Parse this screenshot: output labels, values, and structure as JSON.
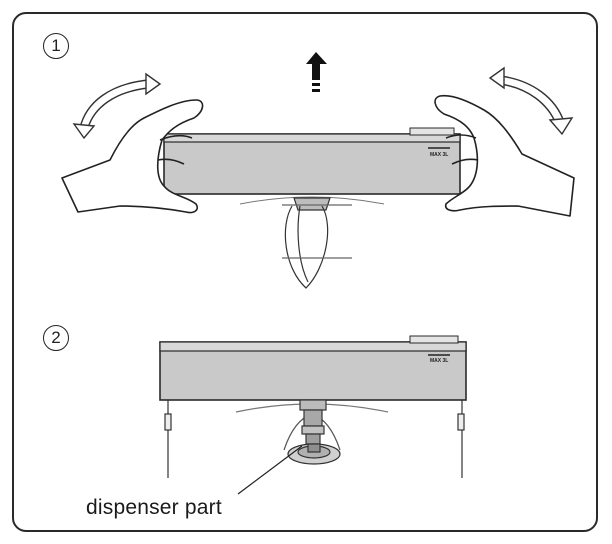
{
  "steps": [
    {
      "number": "1"
    },
    {
      "number": "2"
    }
  ],
  "tank": {
    "max_label": "MAX 3L"
  },
  "caption": {
    "text": "dispenser part"
  },
  "colors": {
    "tank_body": "#c9c9c9",
    "outline": "#2a2a2a",
    "hand_fill": "#ffffff"
  }
}
